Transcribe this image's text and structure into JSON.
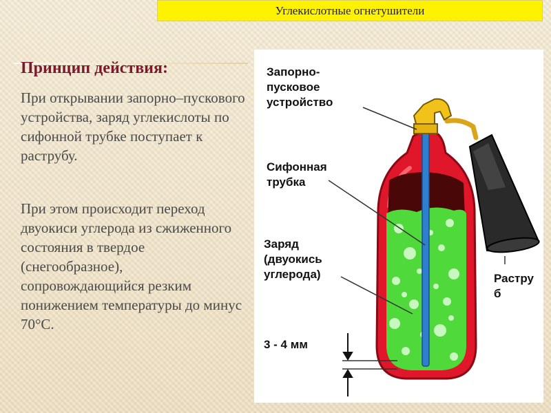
{
  "header": {
    "title": "Углекислотные огнетушители"
  },
  "content": {
    "heading": "Принцип действия:",
    "paragraph1": "При открывании запорно–пускового устройства, заряд углекислоты по сифонной трубке  поступает к раструбу.",
    "paragraph2": "При этом происходит переход двуокиси углерода из сжиженного состояния  в твердое (снегообразное), сопровождающийся резким понижением температуры до минус 70°С."
  },
  "figure": {
    "labels": {
      "valve_line1": "Запорно-",
      "valve_line2": "пусковое",
      "valve_line3": "устройство",
      "siphon_line1": "Сифонная",
      "siphon_line2": "трубка",
      "charge_line1": "Заряд",
      "charge_line2": "(двуокись",
      "charge_line3": "углерода)",
      "gap": "3 - 4 мм",
      "horn_line1": "Растру",
      "horn_line2": "б"
    },
    "colors": {
      "cylinder": "#e0162b",
      "charge": "#4fd93a",
      "tube": "#2f7fd0",
      "valve": "#f0c21a",
      "horn": "#2a2a2a"
    }
  }
}
